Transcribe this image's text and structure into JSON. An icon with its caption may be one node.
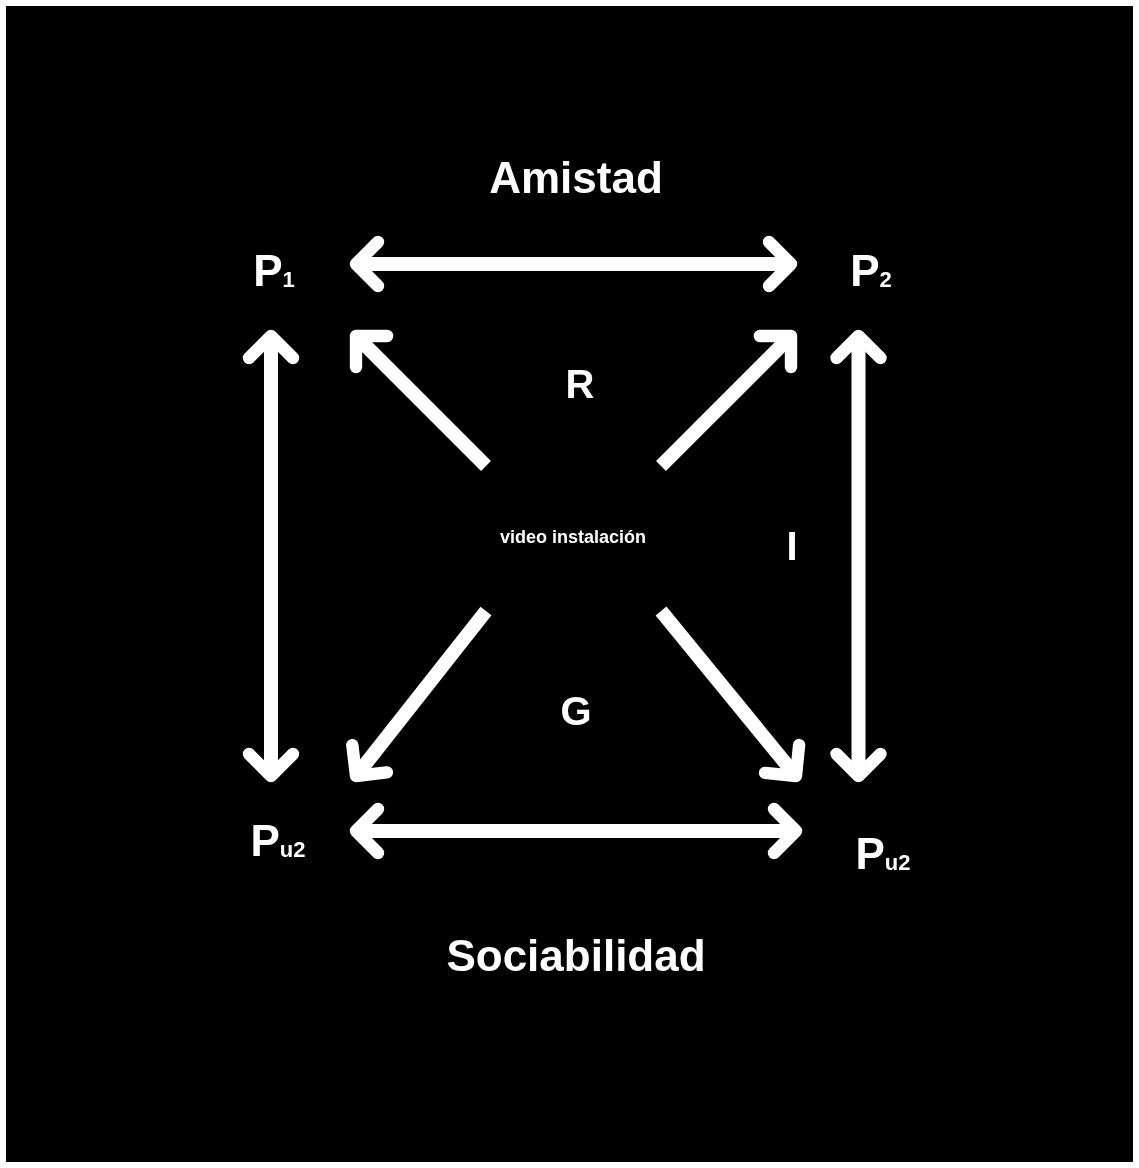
{
  "diagram": {
    "nodes": [
      {
        "text": [
          "P$_{1}$"
        ]
      },
      {
        "text": [
          "P$_{2}$"
        ]
      },
      {
        "text": [
          "P$_{u2}$"
        ]
      },
      {
        "text": [
          "P$_{u2}$"
        ]
      },
      {
        "text": [
          "video instalación"
        ]
      }
    ],
    "edges": [
      {
        "from": 0,
        "to": 1,
        "arrow": "both"
      },
      {
        "from": 0,
        "to": 2,
        "arrow": "both"
      },
      {
        "from": 1,
        "to": 3,
        "arrow": "both"
      },
      {
        "from": 2,
        "to": 3,
        "arrow": "both"
      },
      {
        "from": 4,
        "to": 0,
        "arrow": "to"
      },
      {
        "from": 4,
        "to": 1,
        "arrow": "to"
      },
      {
        "from": 4,
        "to": 2,
        "arrow": "to"
      },
      {
        "from": 4,
        "to": 3,
        "arrow": "to"
      }
    ],
    "labels": [
      "Amistad",
      "R",
      "I",
      "G",
      "Sociabilidad"
    ]
  }
}
